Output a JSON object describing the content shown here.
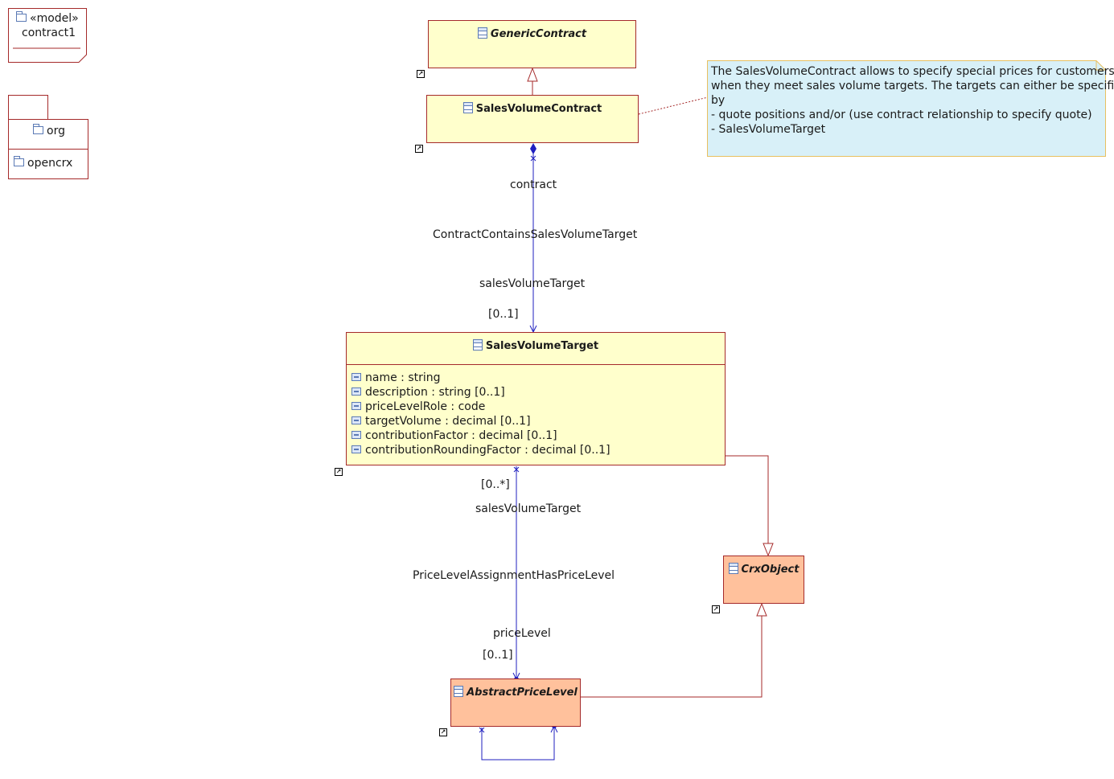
{
  "model": {
    "stereotype": "«model»",
    "name": "contract1"
  },
  "package": {
    "name": "org",
    "item": "opencrx"
  },
  "classes": {
    "generic_contract": {
      "name": "GenericContract"
    },
    "sales_volume_contract": {
      "name": "SalesVolumeContract"
    },
    "sales_volume_target": {
      "name": "SalesVolumeTarget",
      "attributes": [
        "name : string",
        "description : string [0..1]",
        "priceLevelRole : code",
        "targetVolume : decimal [0..1]",
        "contributionFactor : decimal [0..1]",
        "contributionRoundingFactor : decimal [0..1]"
      ]
    },
    "crx_object": {
      "name": "CrxObject"
    },
    "abstract_price_level": {
      "name": "AbstractPriceLevel"
    }
  },
  "note": {
    "lines": [
      "The SalesVolumeContract allows to specify special prices for customers",
      "when they meet sales volume targets. The targets can either be specified",
      "by",
      "- quote positions and/or (use contract relationship to specify quote)",
      "- SalesVolumeTarget"
    ]
  },
  "associations": {
    "contract_contains": {
      "name": "ContractContainsSalesVolumeTarget",
      "end_a_role": "contract",
      "end_b_role": "salesVolumeTarget",
      "end_b_multiplicity": "[0..1]"
    },
    "price_level_assignment": {
      "name": "PriceLevelAssignmentHasPriceLevel",
      "end_a_role": "salesVolumeTarget",
      "end_a_multiplicity": "[0..*]",
      "end_b_role": "priceLevel",
      "end_b_multiplicity": "[0..1]"
    }
  },
  "colors": {
    "class_yellow": "#ffffcc",
    "class_orange": "#ffc19c",
    "border": "#a52a2a",
    "association": "#1f1fbf",
    "note_fill": "#d8f0f8",
    "note_border": "#e8c060"
  }
}
